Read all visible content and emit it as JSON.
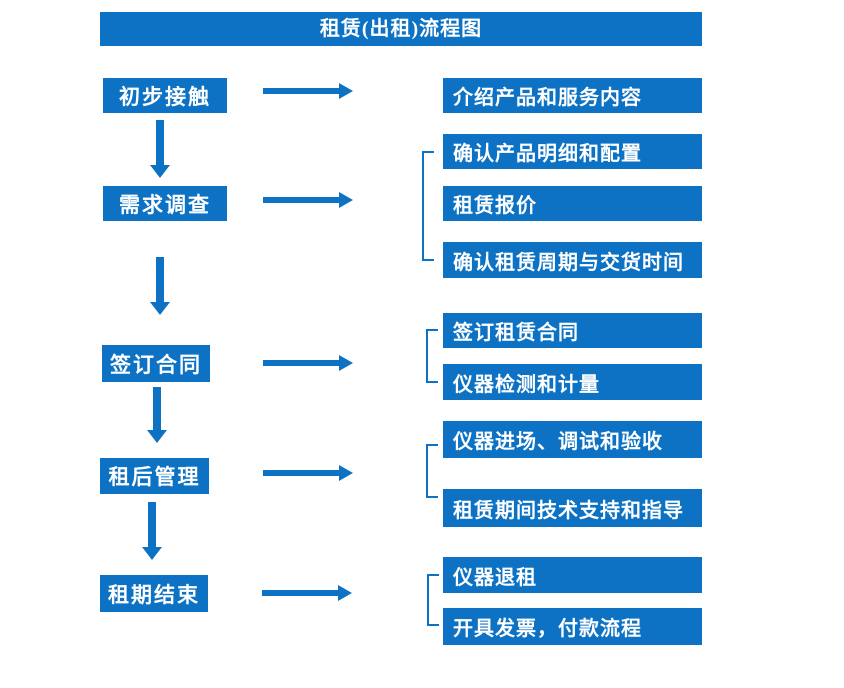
{
  "title": "租赁(出租)流程图",
  "colors": {
    "primary": "#0D72C4"
  },
  "steps": [
    {
      "label": "初步接触",
      "details": [
        "介绍产品和服务内容"
      ]
    },
    {
      "label": "需求调查",
      "details": [
        "确认产品明细和配置",
        "租赁报价",
        "确认租赁周期与交货时间"
      ]
    },
    {
      "label": "签订合同",
      "details": [
        "签订租赁合同",
        "仪器检测和计量"
      ]
    },
    {
      "label": "租后管理",
      "details": [
        "仪器进场、调试和验收",
        "租赁期间技术支持和指导"
      ]
    },
    {
      "label": "租期结束",
      "details": [
        "仪器退租",
        "开具发票，付款流程"
      ]
    }
  ]
}
